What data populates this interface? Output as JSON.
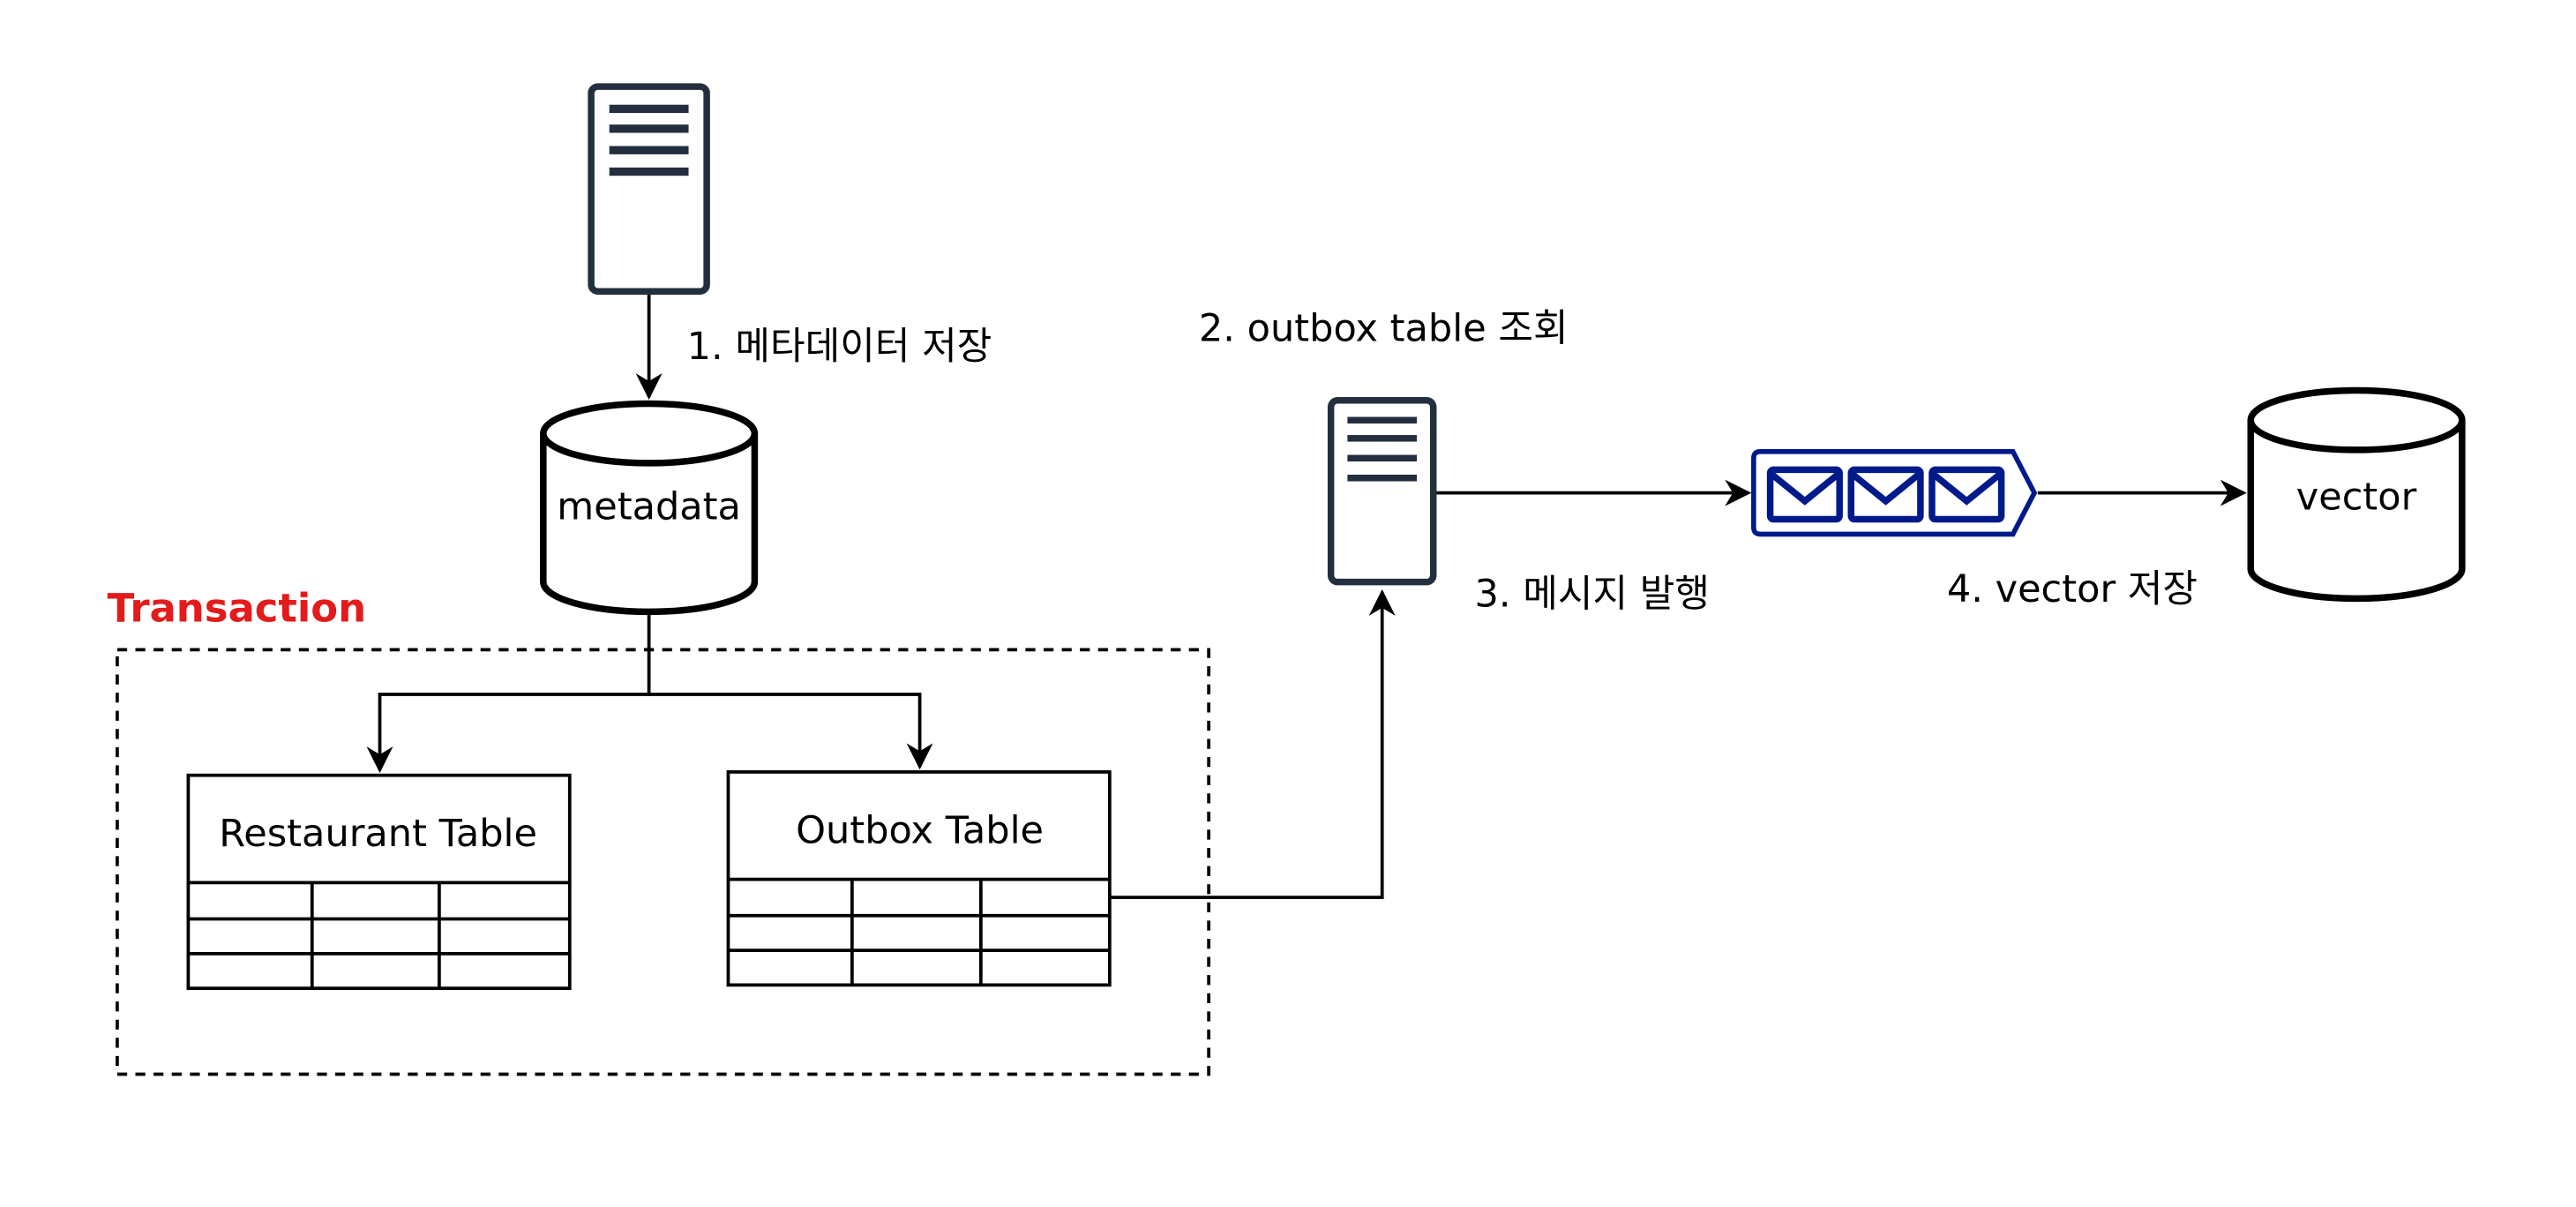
{
  "labels": {
    "step1": "1. 메타데이터 저장",
    "step2": "2. outbox table 조회",
    "step3": "3. 메시지 발행",
    "step4": "4. vector 저장",
    "transaction": "Transaction"
  },
  "nodes": {
    "metadata_db": "metadata",
    "vector_db": "vector",
    "restaurant_table": "Restaurant Table",
    "outbox_table": "Outbox Table"
  },
  "colors": {
    "stroke": "#000000",
    "server": "#232f3e",
    "queue": "#001a8c",
    "transaction_label": "#e31b1b"
  },
  "icons": {
    "server": "server-icon",
    "queue": "message-queue-icon",
    "envelope": "envelope-icon",
    "database": "database-cylinder-icon"
  }
}
